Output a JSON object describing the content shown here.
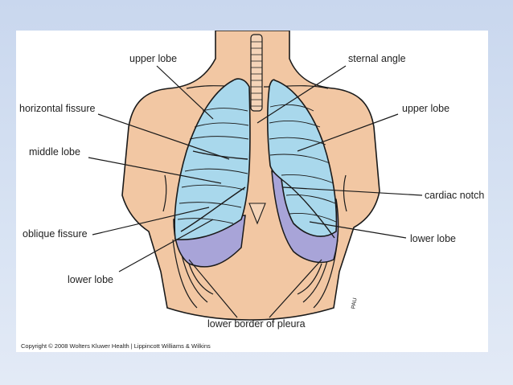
{
  "diagram": {
    "labels": {
      "upper_lobe_left": "upper lobe",
      "sternal_angle": "sternal angle",
      "horizontal_fissure": "horizontal fissure",
      "upper_lobe_right": "upper lobe",
      "middle_lobe": "middle lobe",
      "cardiac_notch": "cardiac notch",
      "oblique_fissure": "oblique fissure",
      "lower_lobe_right": "lower lobe",
      "lower_lobe_left": "lower lobe",
      "lower_border_pleura": "lower border of pleura"
    },
    "artist_mark": "PAU",
    "copyright": "Copyright © 2008 Wolters Kluwer Health | Lippincott Williams & Wilkins"
  },
  "colors": {
    "skin": "#f2c7a3",
    "lung": "#a9d8ec",
    "lower_lobe": "#a8a4d8",
    "outline": "#1a1a1a"
  }
}
